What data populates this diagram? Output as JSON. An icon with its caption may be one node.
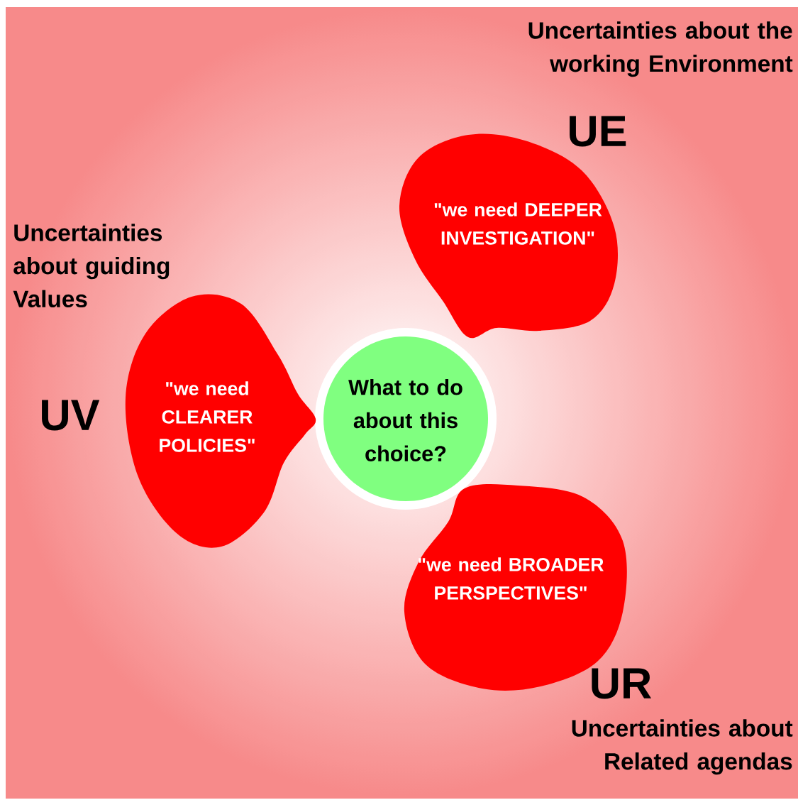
{
  "diagram": {
    "nodes": [
      {
        "text": [
          "What to do about this choice?"
        ]
      },
      {
        "text": [
          "\"we need DEEPER INVESTIGATION\""
        ]
      },
      {
        "text": [
          "\"we need CLEARER POLICIES\""
        ]
      },
      {
        "text": [
          "\"we need BROADER PERSPECTIVES\""
        ]
      }
    ],
    "labels": [
      "Uncertainties about the working Environment",
      "UE",
      "Uncertainties about guiding Values",
      "UV",
      "UR",
      "Uncertainties about Related agendas"
    ]
  }
}
